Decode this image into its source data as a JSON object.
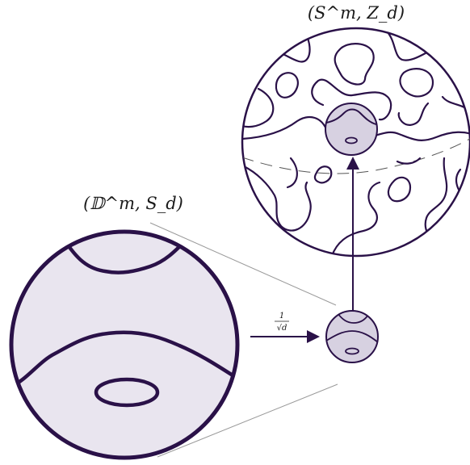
{
  "labels": {
    "sphere_label": "(S^m, Z_d)",
    "disk_label": "(𝔻^m, S_d)",
    "scale_numerator": "1",
    "scale_denominator": "√d"
  },
  "colors": {
    "curve": "#2a1148",
    "fill_light": "#e9e5ef",
    "fill_highlight": "#d7d1e1",
    "zoom_lines": "#9a9a9a",
    "text": "#1a1a1a"
  },
  "icons": {
    "map_arrow": "arrow-right-icon",
    "lift_arrow": "arrow-up-icon"
  }
}
